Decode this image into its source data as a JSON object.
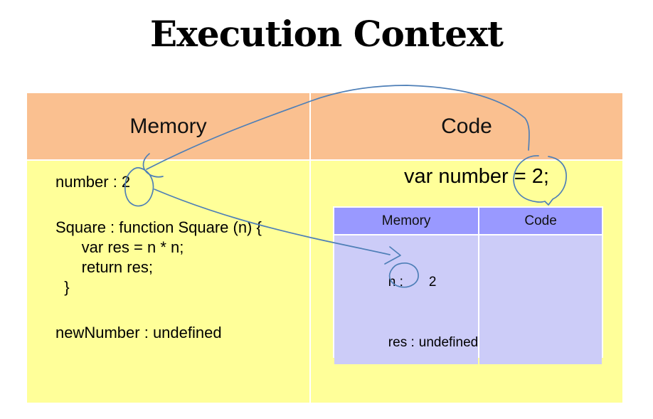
{
  "title": "Execution Context",
  "colors": {
    "outer_header_fill": "#FAC090",
    "outer_body_fill": "#FFFF99",
    "inner_header_fill": "#9999FF",
    "inner_body_fill": "#CCCCF8",
    "annotation_stroke": "#4E7FB7",
    "text": "#000000"
  },
  "outer_table": {
    "headers": [
      "Memory",
      "Code"
    ],
    "memory_cell": {
      "lines": [
        "number : 2",
        "",
        "Square : function Square (n) {",
        "      var res = n * n;",
        "      return res;",
        "  }",
        "",
        "newNumber : undefined"
      ]
    },
    "code_cell": {
      "statement": "var number = 2;"
    }
  },
  "inner_table": {
    "headers": [
      "Memory",
      "Code"
    ],
    "memory_entries": [
      {
        "label": "n :",
        "value": "2"
      },
      {
        "label": "res :",
        "value": "undefined"
      }
    ],
    "code_cell_text": ""
  },
  "annotations": {
    "descriptions": [
      "circle around 2 in var number = 2;",
      "curve from code value 2 over header to memory value 2",
      "circle around 2 in number : 2",
      "arrow from memory value 2 to n : 2 in inner execution context",
      "circle around 2 in n : 2"
    ]
  }
}
